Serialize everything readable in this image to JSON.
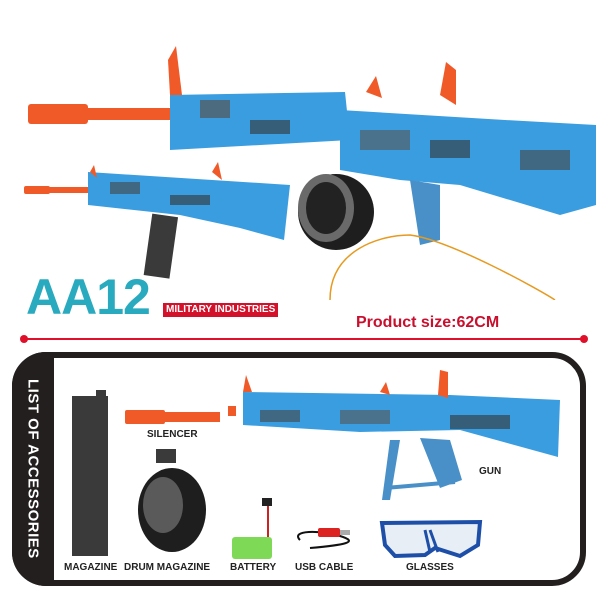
{
  "header": {
    "model": "AA12",
    "brand_badge": "MILITARY INDUSTRIES",
    "product_size": "Product size:62CM"
  },
  "accessories": {
    "heading": "LIST OF ACCESSORIES",
    "items": [
      {
        "label": "MAGAZINE",
        "icon": "magazine-icon"
      },
      {
        "label": "SILENCER",
        "icon": "silencer-icon"
      },
      {
        "label": "DRUM MAGAZINE",
        "icon": "drum-magazine-icon"
      },
      {
        "label": "BATTERY",
        "icon": "battery-icon"
      },
      {
        "label": "USB CABLE",
        "icon": "usb-cable-icon"
      },
      {
        "label": "GLASSES",
        "icon": "glasses-icon"
      },
      {
        "label": "GUN",
        "icon": "gun-icon"
      }
    ]
  },
  "colors": {
    "title": "#2aaabf",
    "accent_red": "#d4112b",
    "gun_blue": "#3a9de0",
    "orange": "#f05a28",
    "panel_border": "#231f1f"
  }
}
